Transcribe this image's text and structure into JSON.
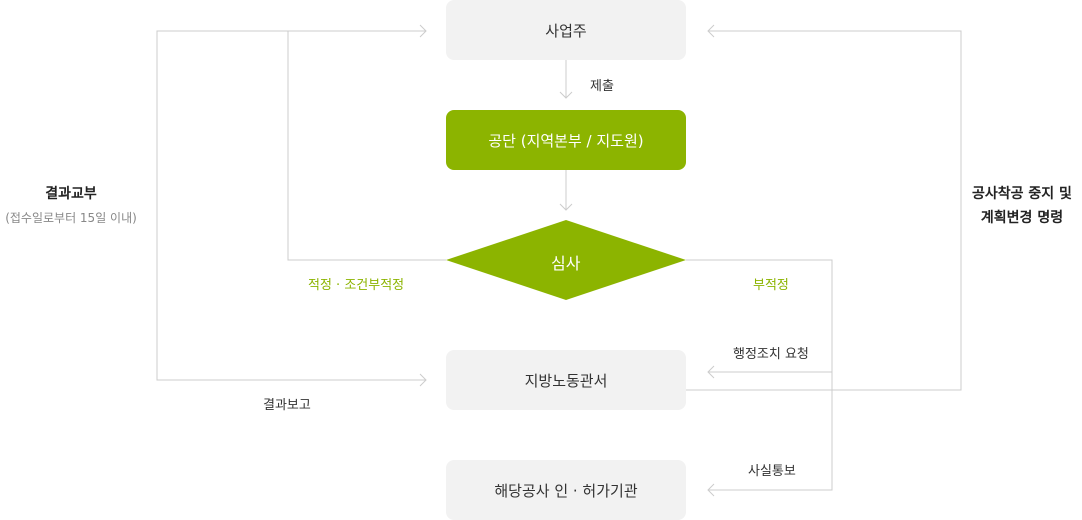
{
  "nodes": {
    "employer": "사업주",
    "agency": "공단 (지역본부 / 지도원)",
    "review": "심사",
    "labor_office": "지방노동관서",
    "permit_agency": "해당공사 인 · 허가기관"
  },
  "edges": {
    "submit": "제출",
    "adequate": "적정 · 조건부적정",
    "inadequate": "부적정",
    "result_report": "결과보고",
    "admin_request": "행정조치 요청",
    "fact_notice": "사실통보"
  },
  "left_note": {
    "title": "결과교부",
    "subtitle": "(접수일로부터 15일 이내)"
  },
  "right_note": {
    "line1": "공사착공 중지 및",
    "line2": "계획변경 명령"
  },
  "colors": {
    "accent": "#8cb400",
    "box_grey": "#f2f2f2",
    "line": "#cccccc"
  }
}
